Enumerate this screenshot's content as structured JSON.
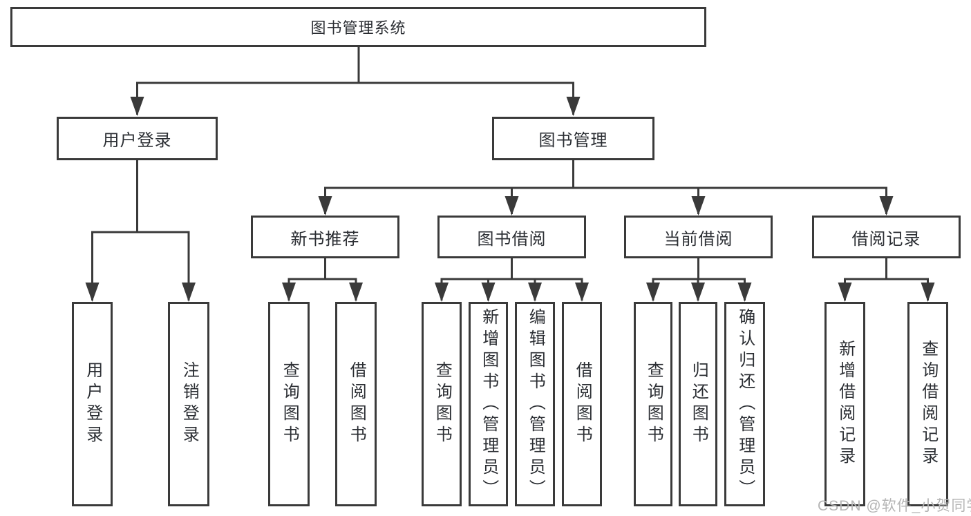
{
  "tree": {
    "root": {
      "label": "图书管理系统",
      "children": [
        {
          "label": "用户登录",
          "children": [
            {
              "label": "用户登录"
            },
            {
              "label": "注销登录"
            }
          ]
        },
        {
          "label": "图书管理",
          "children": [
            {
              "label": "新书推荐",
              "children": [
                {
                  "label": "查询图书"
                },
                {
                  "label": "借阅图书"
                }
              ]
            },
            {
              "label": "图书借阅",
              "children": [
                {
                  "label": "查询图书"
                },
                {
                  "label": "新增图书（管理员）"
                },
                {
                  "label": "编辑图书（管理员）"
                },
                {
                  "label": "借阅图书"
                }
              ]
            },
            {
              "label": "当前借阅",
              "children": [
                {
                  "label": "查询图书"
                },
                {
                  "label": "归还图书"
                },
                {
                  "label": "确认归还（管理员）"
                }
              ]
            },
            {
              "label": "借阅记录",
              "children": [
                {
                  "label": "新增借阅记录"
                },
                {
                  "label": "查询借阅记录"
                }
              ]
            }
          ]
        }
      ]
    }
  },
  "watermark": "CSDN @软件_小贺同学",
  "colors": {
    "line": "#3a3a3a",
    "text": "#2b2e33",
    "box_background": "#ffffff",
    "page_background": "#ffffff",
    "watermark": "#b5b5b5"
  }
}
